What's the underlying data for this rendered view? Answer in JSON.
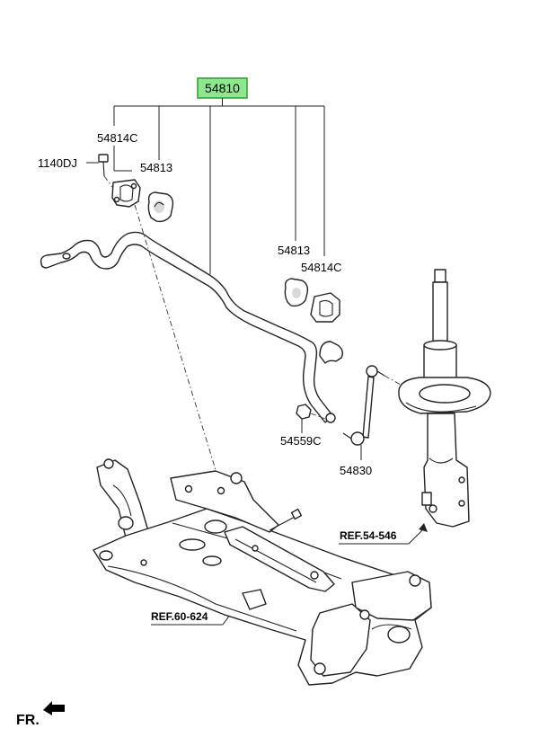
{
  "callouts": {
    "main_part": "54810",
    "bracket_upper": "54814C",
    "bolt": "1140DJ",
    "bushing_upper": "54813",
    "bushing_lower": "54813",
    "bracket_lower": "54814C",
    "nut": "54559C",
    "link": "54830"
  },
  "references": {
    "strut": "REF.54-546",
    "subframe": "REF.60-624"
  },
  "orientation": {
    "label": "FR."
  },
  "colors": {
    "highlight_fill": "#8ee68e",
    "highlight_border": "#2e9e2e"
  }
}
